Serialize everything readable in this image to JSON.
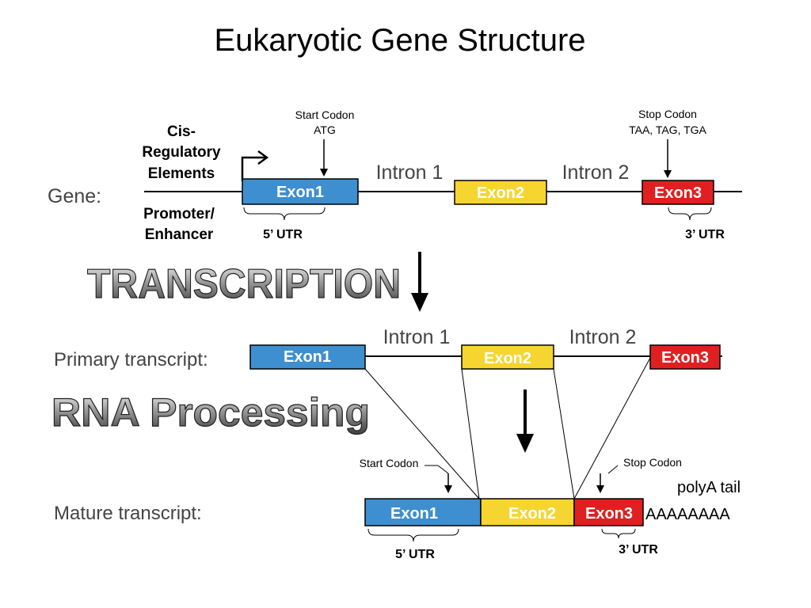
{
  "title": "Eukaryotic Gene Structure",
  "gene": {
    "label": "Gene:",
    "cis_label_lines": [
      "Cis-",
      "Regulatory",
      "Elements"
    ],
    "promoter_lines": [
      "Promoter/",
      "Enhancer"
    ],
    "start_codon_lines": [
      "Start Codon",
      "ATG"
    ],
    "stop_codon_lines": [
      "Stop Codon",
      "TAA, TAG, TGA"
    ],
    "exon1": "Exon1",
    "exon2": "Exon2",
    "exon3": "Exon3",
    "intron1": "Intron 1",
    "intron2": "Intron 2",
    "utr5": "5’ UTR",
    "utr3": "3’ UTR"
  },
  "transcription_label": "TRANSCRIPTION",
  "primary": {
    "label": "Primary transcript:",
    "exon1": "Exon1",
    "exon2": "Exon2",
    "exon3": "Exon3",
    "intron1": "Intron 1",
    "intron2": "Intron 2"
  },
  "processing_label": "RNA Processing",
  "mature": {
    "label": "Mature transcript:",
    "start_codon": "Start Codon",
    "stop_codon": "Stop Codon",
    "polya_label": "polyA tail",
    "polya_seq": "AAAAAAAA",
    "exon1": "Exon1",
    "exon2": "Exon2",
    "exon3": "Exon3",
    "utr5": "5’ UTR",
    "utr3": "3’ UTR"
  },
  "colors": {
    "exon1": "#3e8fd0",
    "exon2": "#f7d531",
    "exon3": "#e02020",
    "gray_text": "#444444",
    "line": "#000000"
  }
}
